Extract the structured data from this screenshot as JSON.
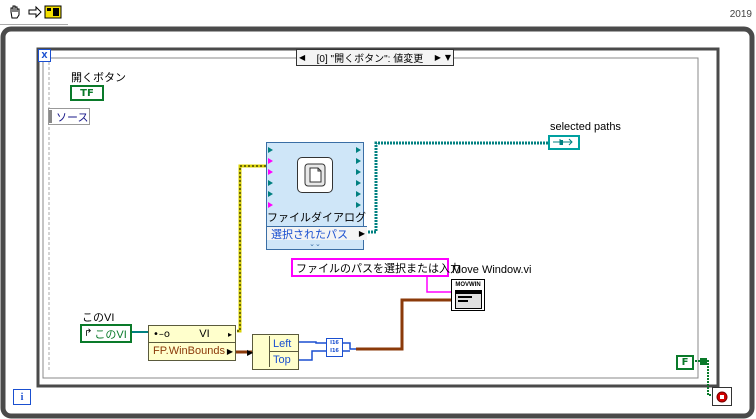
{
  "toolbar": {
    "version": "2019",
    "icons": [
      "highlight-hand-icon",
      "step-arrow-icon",
      "run-arrow-icon"
    ]
  },
  "case_selector": {
    "label": "[0] \"開くボタン\": 値変更"
  },
  "nodes": {
    "open_button_label": "開くボタン",
    "open_button_terminal": "TF",
    "source_terminal": "ソース",
    "selected_paths_label": "selected paths",
    "file_dialog_title": "ファイルダイアログ",
    "file_dialog_output": "選択されたパス",
    "prompt_string": "ファイルのパスを選択または入力",
    "move_window_label": "Move Window.vi",
    "move_window_icon_text": "MOVWIN",
    "this_vi_label": "このVI",
    "this_vi_ref": "このVI",
    "property_node_class": "VI",
    "property_node_prop": "FP.WinBounds",
    "unbundle_left": "Left",
    "unbundle_top": "Top",
    "loop_stop_const": "F",
    "loop_iteration": "i"
  },
  "colors": {
    "loop_border": "#4a4a4a",
    "event_frame": "#4a4a4a",
    "bool_green": "#0a7a2a",
    "path_teal": "#008080",
    "string_pink": "#ff00ff",
    "cluster_brown": "#8b3a0a",
    "ref_yellow": "#d8d000",
    "int_blue": "#1a4fd0",
    "stop_red": "#d40000"
  }
}
